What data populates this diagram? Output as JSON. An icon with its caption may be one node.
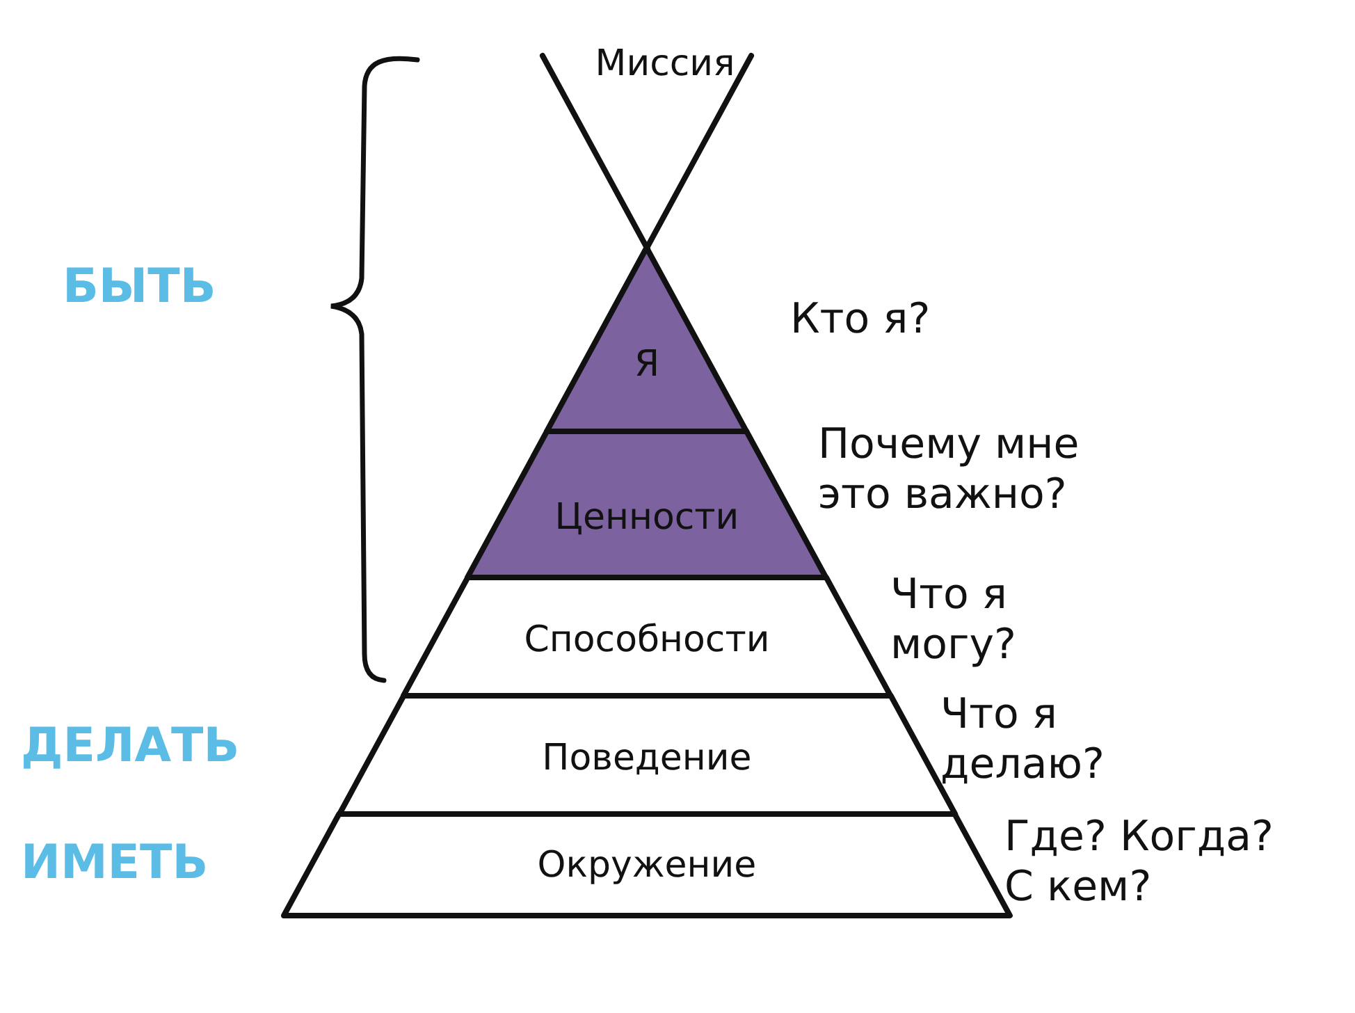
{
  "diagram": {
    "nodes": [
      {
        "text": [
          "Я"
        ],
        "beside": [
          "Кто я?"
        ]
      },
      {
        "text": [
          "Ценности"
        ],
        "beside": [
          "Почему мне это важно?"
        ]
      },
      {
        "text": [
          "Способности"
        ],
        "beside": [
          "Что я могу?"
        ]
      },
      {
        "text": [
          "Поведение"
        ],
        "beside": [
          "Что я делаю?"
        ]
      },
      {
        "text": [
          "Окружение"
        ],
        "beside": [
          "Где? Когда? С кем?"
        ]
      }
    ],
    "labels": [
      "Миссия",
      "БЫТЬ",
      "ДЕЛАТЬ",
      "ИМЕТЬ"
    ]
  }
}
